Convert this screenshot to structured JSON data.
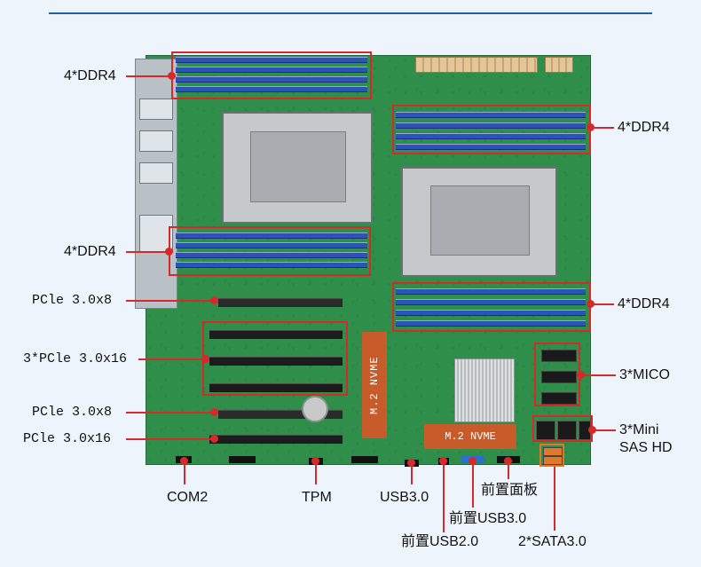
{
  "labels": {
    "ddr_top_left": "4*DDR4",
    "ddr_mid_left": "4*DDR4",
    "ddr_top_right": "4*DDR4",
    "ddr_mid_right": "4*DDR4",
    "pcie_x8_top": "PCle 3.0x8",
    "pcie_x16_group": "3*PCle 3.0x16",
    "pcie_x8_bottom": "PCle 3.0x8",
    "pcie_x16_bottom": "PCle 3.0x16",
    "mico": "3*MICO",
    "sas_line1": "3*Mini",
    "sas_line2": "SAS HD",
    "com2": "COM2",
    "tpm": "TPM",
    "usb3": "USB3.0",
    "front_panel": "前置面板",
    "front_usb3": "前置USB3.0",
    "front_usb2": "前置USB2.0",
    "sata": "2*SATA3.0"
  },
  "board_text": {
    "m2_vertical": "M.2 NVME",
    "m2_horizontal": "M.2 NVME"
  },
  "colors": {
    "highlight": "#d62a2a",
    "pcb": "#2f8f4a",
    "dimm": "#2c53b7"
  }
}
